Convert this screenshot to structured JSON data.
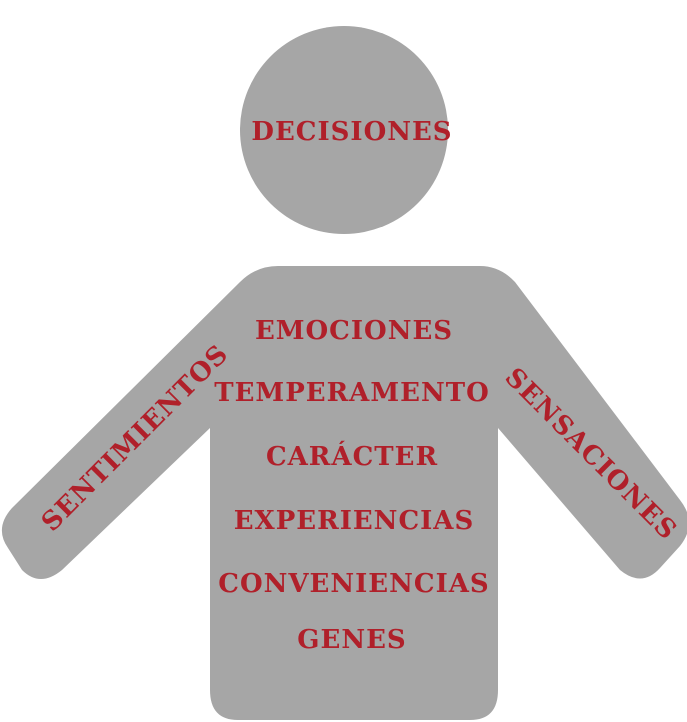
{
  "colors": {
    "figure": "#a6a6a6",
    "text": "#b0202a",
    "background": "#ffffff"
  },
  "head": {
    "label": "DECISIONES"
  },
  "arms": {
    "left": "SENTIMIENTOS",
    "right": "SENSACIONES"
  },
  "torso": {
    "items": [
      "EMOCIONES",
      "TEMPERAMENTO",
      "CARÁCTER",
      "EXPERIENCIAS",
      "CONVENIENCIAS",
      "GENES"
    ]
  }
}
